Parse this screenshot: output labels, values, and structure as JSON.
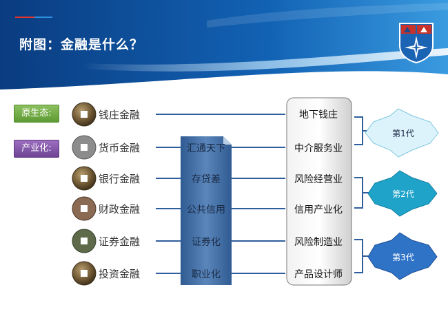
{
  "title": "附图：金融是什么？",
  "tags": {
    "origin": "原生态:",
    "industry": "产业化:"
  },
  "rows": [
    {
      "label": "钱庄金融",
      "middle": "",
      "right": "地下钱庄"
    },
    {
      "label": "货币金融",
      "middle": "汇通天下",
      "right": "中介服务业"
    },
    {
      "label": "银行金融",
      "middle": "存贷差",
      "right": "风险经营业"
    },
    {
      "label": "财政金融",
      "middle": "公共信用",
      "right": "信用产业化"
    },
    {
      "label": "证券金融",
      "middle": "证券化",
      "right": "风险制造业"
    },
    {
      "label": "投资金融",
      "middle": "职业化",
      "right": "产品设计师"
    }
  ],
  "generations": [
    {
      "label": "第1代",
      "color": "#d9f2fb"
    },
    {
      "label": "第2代",
      "color": "#1fa3c9"
    },
    {
      "label": "第3代",
      "color": "#2b6fc4"
    }
  ],
  "colors": {
    "banner_dark": "#0b3f86",
    "banner_light": "#2f8fd8",
    "line": "#2e5e9c",
    "mid_panel": "#3d6a9e"
  },
  "icons": [
    "coin-icon",
    "compass-star-icon"
  ]
}
